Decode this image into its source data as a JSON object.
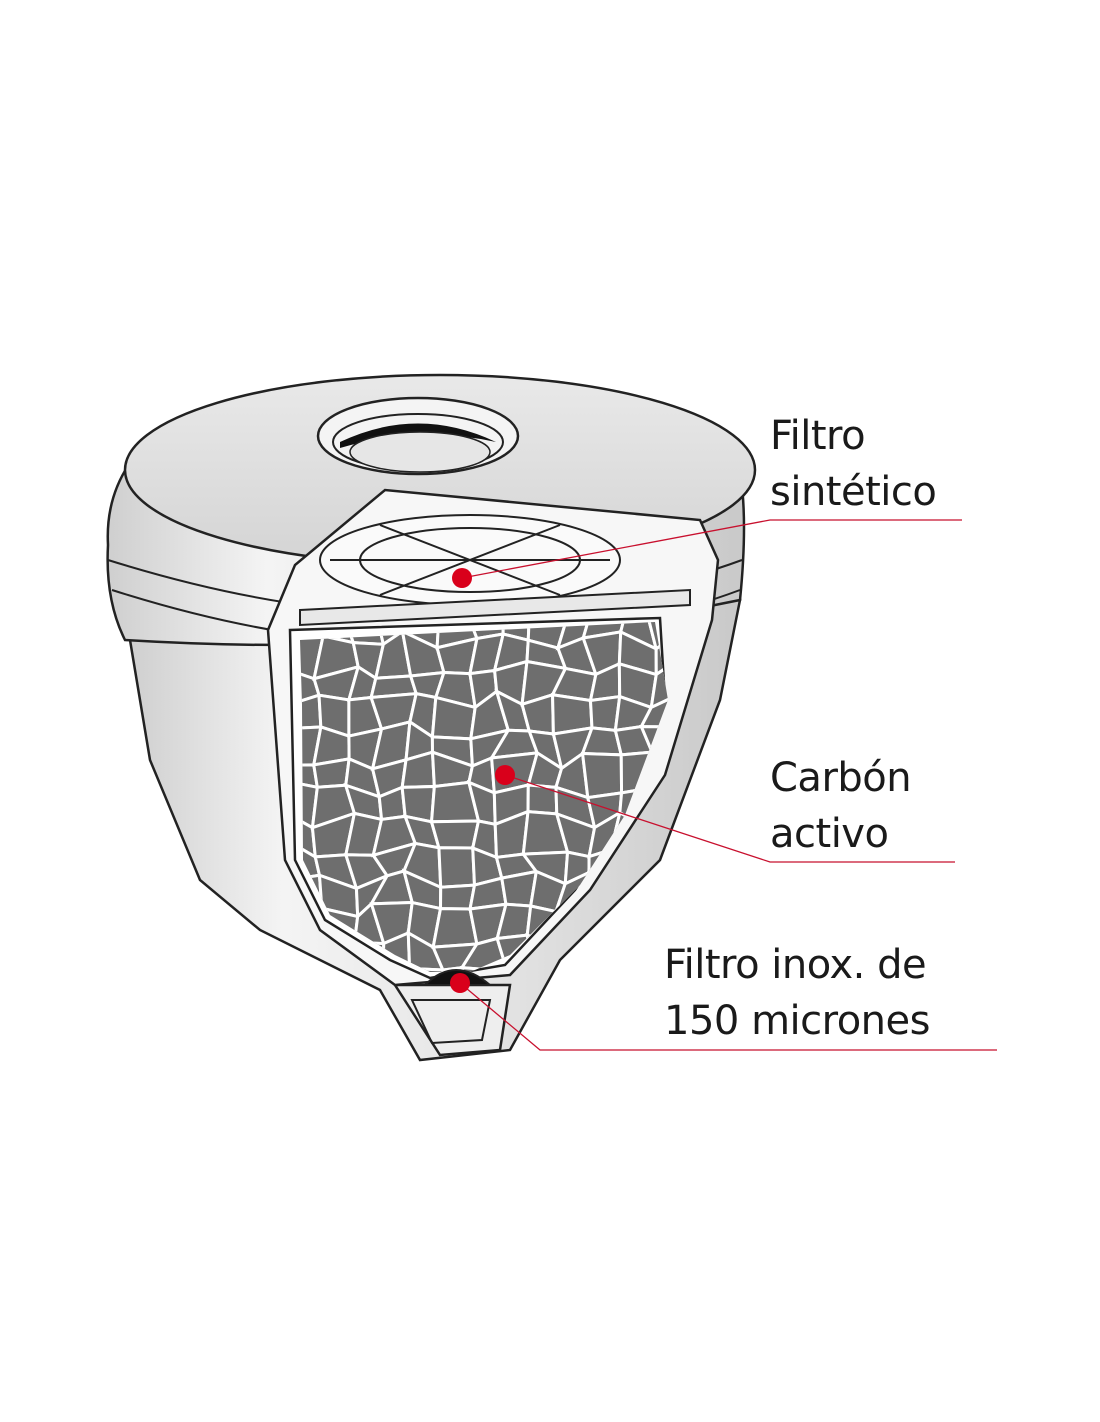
{
  "labels": {
    "synthetic_filter": [
      "Filtro",
      "sintético"
    ],
    "activated_carbon": [
      "Carbón",
      "activo"
    ],
    "stainless_filter": [
      "Filtro inox. de",
      "150 micrones"
    ]
  },
  "colors": {
    "marker": "#d9001b",
    "leader_line": "#c8102e",
    "carbon": "#6e6e6e",
    "outline": "#222222"
  }
}
